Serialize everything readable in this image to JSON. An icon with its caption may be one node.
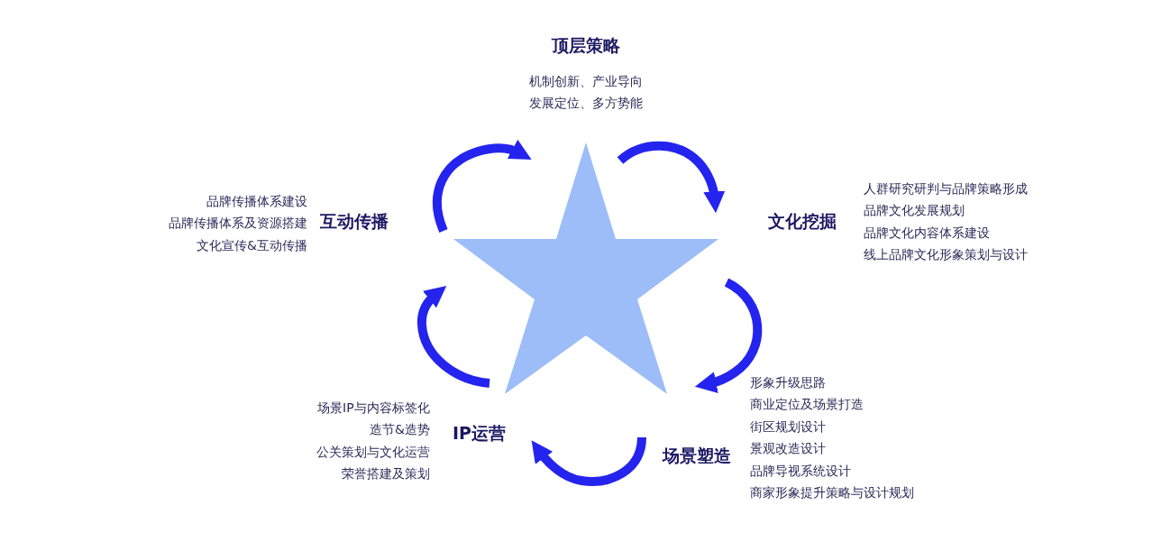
{
  "diagram": {
    "nodes": [
      {
        "text": [
          "顶层策略"
        ],
        "beside": [
          "机制创新、产业导向",
          "发展定位、多方势能"
        ]
      },
      {
        "text": [
          "互动传播"
        ],
        "beside": [
          "品牌传播体系建设",
          "品牌传播体系及资源搭建",
          "文化宣传&互动传播"
        ]
      },
      {
        "text": [
          "文化挖掘"
        ],
        "beside": [
          "人群研究研判与品牌策略形成",
          "品牌文化发展规划",
          "品牌文化内容体系建设",
          "线上品牌文化形象策划与设计"
        ]
      },
      {
        "text": [
          "IP运营"
        ],
        "beside": [
          "场景IP与内容标签化",
          "造节&造势",
          "公关策划与文化运营",
          "荣誉搭建及策划"
        ]
      },
      {
        "text": [
          "场景塑造"
        ],
        "beside": [
          "形象升级思路",
          "商业定位及场景打造",
          "街区规划设计",
          "景观改造设计",
          "品牌导视系统设计",
          "商家形象提升策略与设计规划"
        ]
      }
    ],
    "edges": [
      {
        "from": 1,
        "to": 0,
        "arrow": "to"
      },
      {
        "from": 0,
        "to": 2,
        "arrow": "to"
      },
      {
        "from": 2,
        "to": 4,
        "arrow": "to"
      },
      {
        "from": 4,
        "to": 3,
        "arrow": "to"
      },
      {
        "from": 3,
        "to": 1,
        "arrow": "to"
      }
    ]
  }
}
